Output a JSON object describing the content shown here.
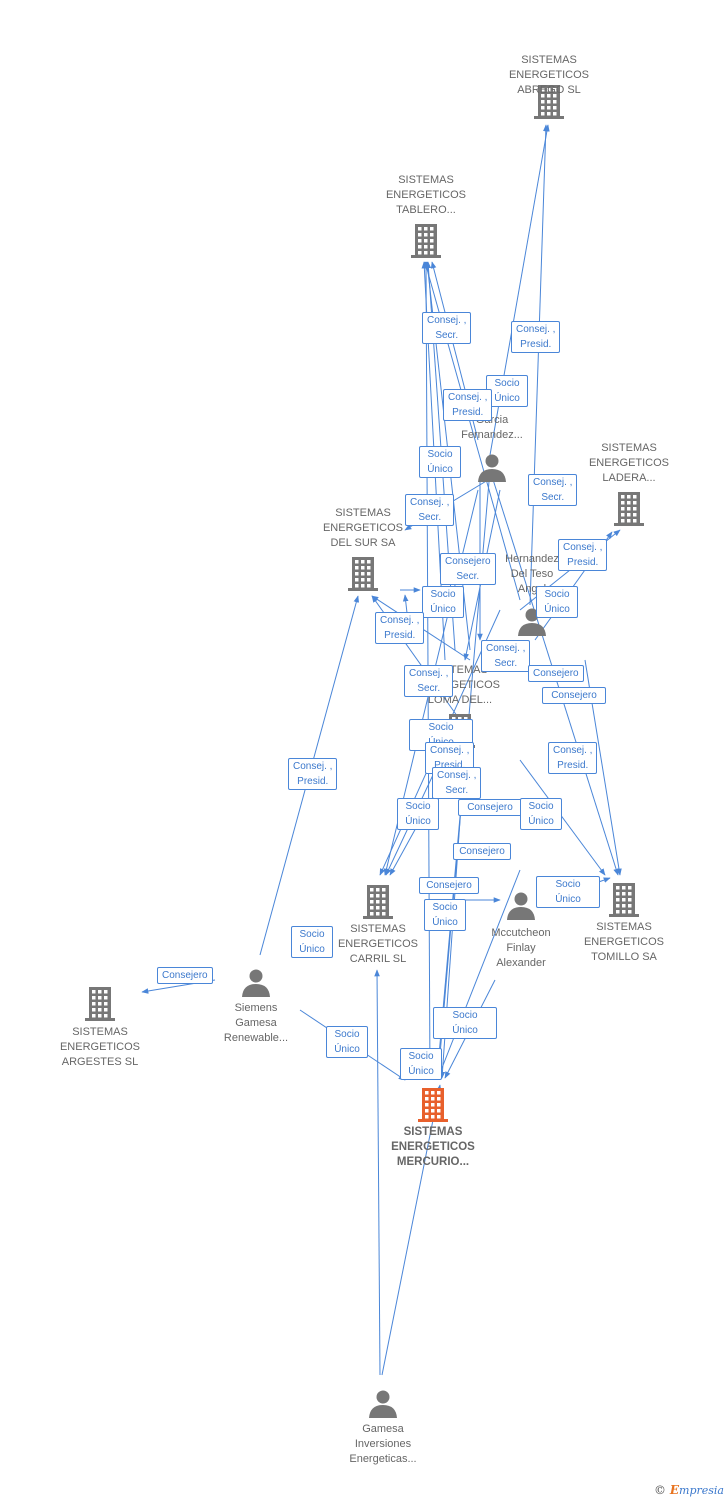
{
  "colors": {
    "edge": "#4a86d8",
    "node": "#777777",
    "focus": "#e8602c"
  },
  "nodes": [
    {
      "id": "abrego",
      "kind": "company",
      "lines": [
        "SISTEMAS",
        "ENERGETICOS",
        "ABREGO  SL"
      ]
    },
    {
      "id": "tablero",
      "kind": "company",
      "lines": [
        "SISTEMAS",
        "ENERGETICOS",
        "TABLERO..."
      ]
    },
    {
      "id": "ladera",
      "kind": "company",
      "lines": [
        "SISTEMAS",
        "ENERGETICOS",
        "LADERA..."
      ]
    },
    {
      "id": "delsur",
      "kind": "company",
      "lines": [
        "SISTEMAS",
        "ENERGETICOS",
        "DEL SUR SA"
      ]
    },
    {
      "id": "garcia",
      "kind": "person",
      "lines": [
        "Garcia",
        "Fernandez..."
      ]
    },
    {
      "id": "hernandez",
      "kind": "person",
      "lines": [
        "Hernandez",
        "Del Teso",
        "Angel"
      ]
    },
    {
      "id": "loma",
      "kind": "company",
      "lines": [
        "SISTEMAS",
        "ENERGETICOS",
        "LOMA DEL..."
      ]
    },
    {
      "id": "carril",
      "kind": "company",
      "lines": [
        "SISTEMAS",
        "ENERGETICOS",
        "CARRIL SL"
      ]
    },
    {
      "id": "mccutcheon",
      "kind": "person",
      "lines": [
        "Mccutcheon",
        "Finlay",
        "Alexander"
      ]
    },
    {
      "id": "tomillo",
      "kind": "company",
      "lines": [
        "SISTEMAS",
        "ENERGETICOS",
        "TOMILLO SA"
      ]
    },
    {
      "id": "argestes",
      "kind": "company",
      "lines": [
        "SISTEMAS",
        "ENERGETICOS",
        "ARGESTES  SL"
      ]
    },
    {
      "id": "siemens",
      "kind": "person",
      "lines": [
        "Siemens",
        "Gamesa",
        "Renewable..."
      ]
    },
    {
      "id": "mercurio",
      "kind": "focus",
      "lines": [
        "SISTEMAS",
        "ENERGETICOS",
        "MERCURIO..."
      ]
    },
    {
      "id": "gamesa",
      "kind": "person",
      "lines": [
        "Gamesa",
        "Inversiones",
        "Energeticas..."
      ]
    }
  ],
  "edge_labels": [
    {
      "id": "l1",
      "lines": [
        "Consej. ,",
        "Secr."
      ]
    },
    {
      "id": "l2",
      "lines": [
        "Consej. ,",
        "Presid."
      ]
    },
    {
      "id": "l3",
      "lines": [
        "Socio",
        "Único"
      ]
    },
    {
      "id": "l4",
      "lines": [
        "Consej. ,",
        "Presid."
      ]
    },
    {
      "id": "l5",
      "lines": [
        "Socio",
        "Único"
      ]
    },
    {
      "id": "l6",
      "lines": [
        "Consej. ,",
        "Secr."
      ]
    },
    {
      "id": "l7",
      "lines": [
        "Consej. ,",
        "Secr."
      ]
    },
    {
      "id": "l8",
      "lines": [
        "Consejero",
        "Secr."
      ]
    },
    {
      "id": "l9",
      "lines": [
        "Consej. ,",
        "Presid."
      ]
    },
    {
      "id": "l10",
      "lines": [
        "Socio",
        "Único"
      ]
    },
    {
      "id": "l11",
      "lines": [
        "Socio",
        "Único"
      ]
    },
    {
      "id": "l12",
      "lines": [
        "Consej. ,",
        "Presid."
      ]
    },
    {
      "id": "l13",
      "lines": [
        "Consej. ,",
        "Secr."
      ]
    },
    {
      "id": "l14",
      "lines": [
        "Consej. ,",
        "Secr."
      ]
    },
    {
      "id": "l15",
      "lines": [
        "Consejero"
      ]
    },
    {
      "id": "l16",
      "lines": [
        "Consejero"
      ]
    },
    {
      "id": "l17",
      "lines": [
        "Consej. ,",
        "Presid."
      ]
    },
    {
      "id": "l18",
      "lines": [
        "Socio",
        "Único"
      ]
    },
    {
      "id": "l19",
      "lines": [
        "Consej. ,",
        "Presid."
      ]
    },
    {
      "id": "l20",
      "lines": [
        "Consej. ,",
        "Secr."
      ]
    },
    {
      "id": "l21",
      "lines": [
        "Socio",
        "Único"
      ]
    },
    {
      "id": "l22",
      "lines": [
        "Consejero"
      ]
    },
    {
      "id": "l23",
      "lines": [
        "Socio",
        "Único"
      ]
    },
    {
      "id": "l24",
      "lines": [
        "Consej. ,",
        "Presid."
      ]
    },
    {
      "id": "l25",
      "lines": [
        "Consejero"
      ]
    },
    {
      "id": "l26",
      "lines": [
        "Consejero"
      ]
    },
    {
      "id": "l27",
      "lines": [
        "Socio",
        "Único"
      ]
    },
    {
      "id": "l28",
      "lines": [
        "Socio",
        "Único"
      ]
    },
    {
      "id": "l29",
      "lines": [
        "Socio",
        "Único"
      ]
    },
    {
      "id": "l30",
      "lines": [
        "Consejero"
      ]
    },
    {
      "id": "l31",
      "lines": [
        "Socio",
        "Único"
      ]
    },
    {
      "id": "l32",
      "lines": [
        "Socio",
        "Único"
      ]
    },
    {
      "id": "l33",
      "lines": [
        "Socio",
        "Único"
      ]
    }
  ],
  "watermark": {
    "symbol": "©",
    "brand_initial": "E",
    "brand_rest": "mpresia"
  }
}
